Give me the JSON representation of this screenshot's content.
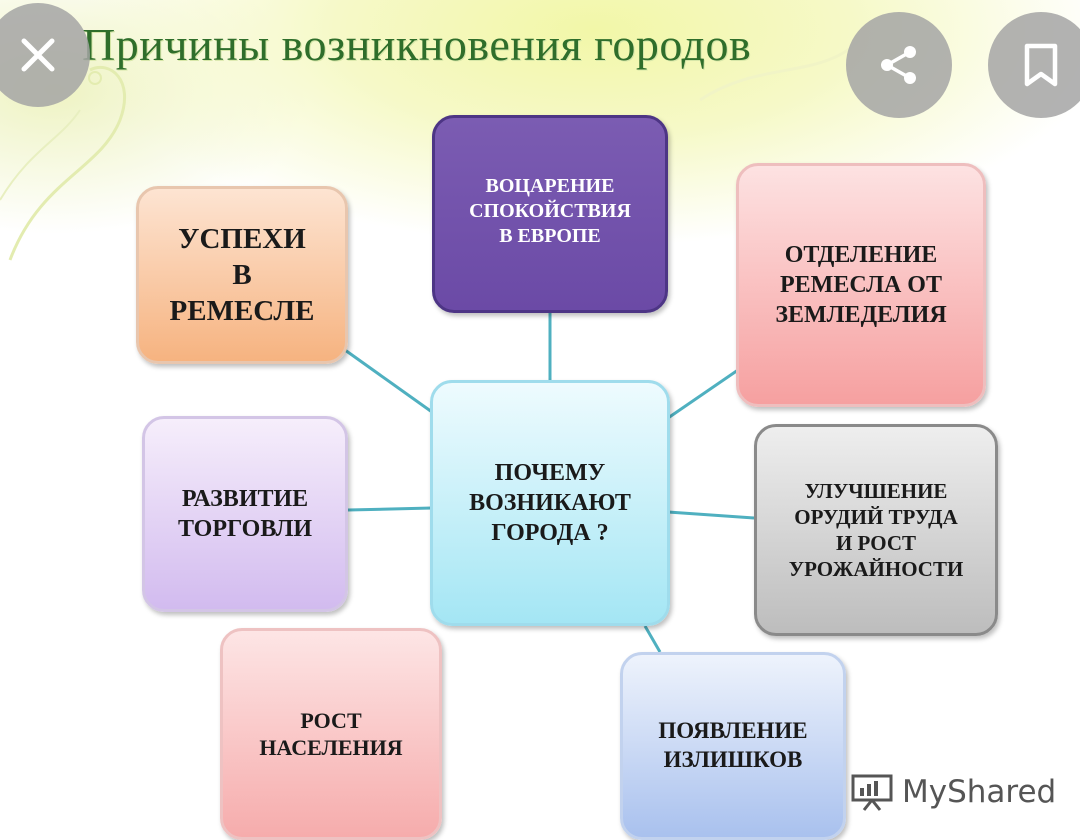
{
  "slide": {
    "title": "Причины возникновения городов"
  },
  "controls": {
    "close_icon": "close-icon",
    "share_icon": "share-icon",
    "bookmark_icon": "bookmark-icon"
  },
  "diagram": {
    "center": "ПОЧЕМУ\nВОЗНИКАЮТ\nГОРОДА ?",
    "nodes": {
      "peace": "ВОЦАРЕНИЕ\nСПОКОЙСТВИЯ\nВ ЕВРОПЕ",
      "craft_success": "УСПЕХИ\nВ\nРЕМЕСЛЕ",
      "separation": "ОТДЕЛЕНИЕ\nРЕМЕСЛА ОТ\nЗЕМЛЕДЕЛИЯ",
      "trade": "РАЗВИТИЕ\nТОРГОВЛИ",
      "tools": "УЛУЧШЕНИЕ\nОРУДИЙ ТРУДА\nИ РОСТ\nУРОЖАЙНОСТИ",
      "population": "РОСТ\nНАСЕЛЕНИЯ",
      "surplus": "ПОЯВЛЕНИЕ\nИЗЛИШКОВ"
    }
  },
  "watermark": {
    "text": "MyShared",
    "icon": "presentation-board-icon"
  },
  "colors": {
    "title": "#2f6e2b",
    "connector": "#4fb0c0",
    "peace_box": "#6b4aa6"
  }
}
